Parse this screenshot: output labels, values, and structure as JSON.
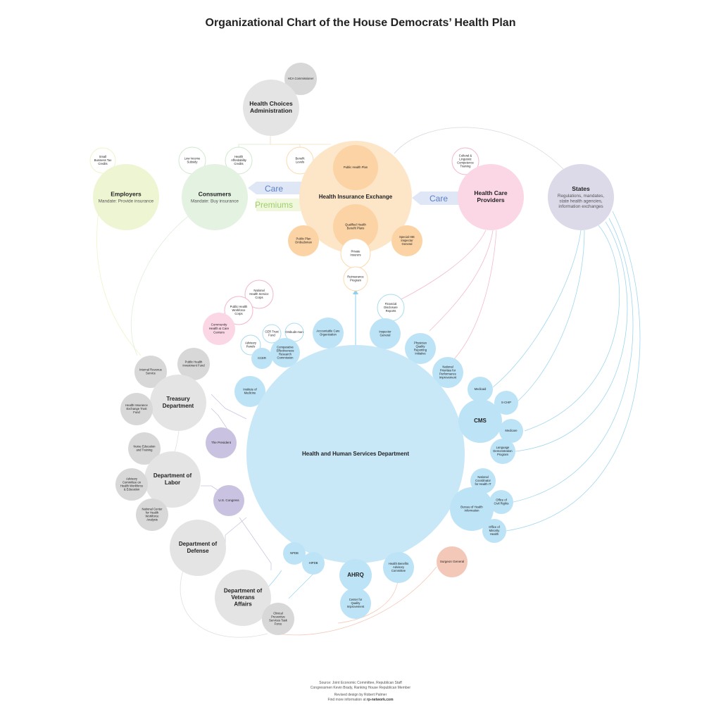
{
  "title": "Organizational Chart of the House Democrats’ Health Plan",
  "flows": {
    "care_left": "Care",
    "premiums": "Premiums",
    "care_right": "Care"
  },
  "nodes": {
    "hca_commissioner": "HCA Commissioner",
    "hca": "Health Choices Administration",
    "small_business": "Small Business Tax Credits",
    "employers": "Employers",
    "employers_sub": "Mandate: Provide insurance",
    "low_income": "Low Income Subsidy",
    "affordability": "Health Affordability Credits",
    "consumers": "Consumers",
    "consumers_sub": "Mandate: Buy insurance",
    "benefit_levels": "Benefit Levels",
    "exchange": "Health Insurance Exchange",
    "public_plan": "Public Health Plan",
    "qualified_plans": "Qualified Health Benefit Plans",
    "ombudsman_plan": "Public Plan Ombudsman",
    "private_insurers": "Private Insurers",
    "special_ig": "Special HIE Inspector General",
    "reinsurance": "Reinsurance Program",
    "cultural": "Cultural & Linguistic Competence Training",
    "providers": "Health Care Providers",
    "states": "States",
    "states_sub": "Regulations, mandates, state health agencies, information exchanges",
    "nhsc": "National Health Service Corps",
    "phwc": "Public Health Workforce Corps",
    "community": "Community Health & Care Centers",
    "fin_disclosure": "Financial Disclosure Reports",
    "advisory_panels": "Advisory Panels",
    "cer_trust": "CER Trust Fund",
    "ombudsman": "Ombuds-man",
    "cerc": "Comparative Effectiveness Research Commission",
    "cced": "CCER",
    "aco": "Accountable Care Organization",
    "inspector_general": "Inspector General",
    "physician_quality": "Physician Quality Reporting Initiative",
    "national_priorities": "National Priorities for Performance Improvement",
    "irs": "Internal Revenue Service",
    "ph_invest": "Public Health Investment Fund",
    "treasury": "Treasury Department",
    "hie_trust": "Health Insurance Exchange Trust Fund",
    "iom": "Institute of Medicine",
    "president": "The President",
    "nurse_ed": "Nurse Education and Training",
    "labor": "Department of Labor",
    "advisory_workforce": "Advisory Committee on Health Workforce & Education",
    "nat_workforce": "National Center for Health Workforce Analysis",
    "congress": "U.S. Congress",
    "hhs": "Health and Human Services Department",
    "defense": "Department of Defense",
    "va": "Department of Veterans Affairs",
    "clinical_prev": "Clinical Preventive Services Task Force",
    "npdb": "NPDB",
    "hipdb": "HIPDB",
    "ahrq": "AHRQ",
    "center_quality": "Center for Quality Improvement",
    "benefits_advisory": "Health Benefits Advisory Committee",
    "surgeon_general": "Surgeon General",
    "medicaid": "Medicaid",
    "schip": "S-CHIP",
    "cms": "CMS",
    "medicare": "Medicare",
    "language_demo": "Language Demonstration Program",
    "nat_coord": "National Coordinator for Health IT",
    "bureau_info": "Bureau of Health Information",
    "civil_rights": "Office of Civil Rights",
    "minority_health": "Office of Minority Health"
  },
  "footer": {
    "line1": "Source: Joint Economic Committee, Republican Staff",
    "line2": "Congressmen Kevin Brady, Ranking House Republican Member",
    "line3": "Revised design by Robert Palmer",
    "line4_prefix": "Find more information at ",
    "line4_link": "rp-network.com"
  }
}
